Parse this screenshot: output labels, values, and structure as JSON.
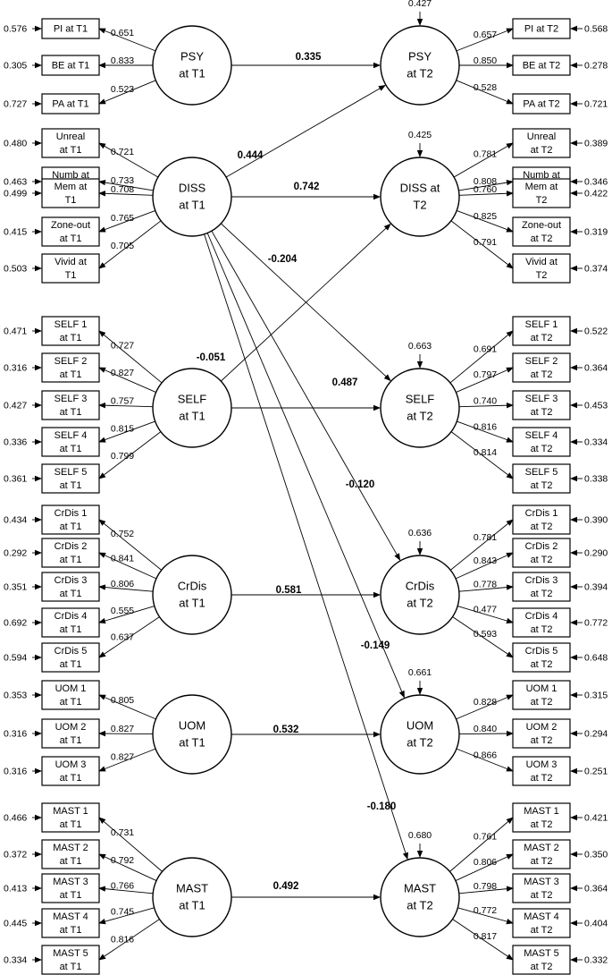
{
  "latents_t1": [
    {
      "id": "PSY1",
      "lines": [
        "PSY",
        "at T1"
      ]
    },
    {
      "id": "DISS1",
      "lines": [
        "DISS",
        "at T1"
      ]
    },
    {
      "id": "SELF1",
      "lines": [
        "SELF",
        "at T1"
      ]
    },
    {
      "id": "CRDIS1",
      "lines": [
        "CrDis",
        "at T1"
      ]
    },
    {
      "id": "UOM1",
      "lines": [
        "UOM",
        "at T1"
      ]
    },
    {
      "id": "MAST1",
      "lines": [
        "MAST",
        "at T1"
      ]
    }
  ],
  "latents_t2": [
    {
      "id": "PSY2",
      "lines": [
        "PSY",
        "at T2"
      ],
      "residual": "0.427"
    },
    {
      "id": "DISS2",
      "lines": [
        "DISS at",
        "T2"
      ],
      "residual": "0.425"
    },
    {
      "id": "SELF2",
      "lines": [
        "SELF",
        "at T2"
      ],
      "residual": "0.663"
    },
    {
      "id": "CRDIS2",
      "lines": [
        "CrDis",
        "at T2"
      ],
      "residual": "0.636"
    },
    {
      "id": "UOM2",
      "lines": [
        "UOM",
        "at T2"
      ],
      "residual": "0.661"
    },
    {
      "id": "MAST2",
      "lines": [
        "MAST",
        "at T2"
      ],
      "residual": "0.680"
    }
  ],
  "indicators_t1": [
    {
      "lines": [
        "PI at T1"
      ],
      "error": "0.576",
      "loading": "0.651"
    },
    {
      "lines": [
        "BE at T1"
      ],
      "error": "0.305",
      "loading": "0.833"
    },
    {
      "lines": [
        "PA at T1"
      ],
      "error": "0.727",
      "loading": "0.523"
    },
    {
      "lines": [
        "Unreal",
        "at T1"
      ],
      "error": "0.480",
      "loading": "0.721"
    },
    {
      "lines": [
        "Numb at",
        "T1"
      ],
      "error": "0.463",
      "loading": "0.733"
    },
    {
      "lines": [
        "Mem at",
        "T1"
      ],
      "error": "0.499",
      "loading": "0.708"
    },
    {
      "lines": [
        "Zone-out",
        "at T1"
      ],
      "error": "0.415",
      "loading": "0.765"
    },
    {
      "lines": [
        "Vivid at",
        "T1"
      ],
      "error": "0.503",
      "loading": "0.705"
    },
    {
      "lines": [
        "SELF 1",
        "at T1"
      ],
      "error": "0.471",
      "loading": "0.727"
    },
    {
      "lines": [
        "SELF 2",
        "at T1"
      ],
      "error": "0.316",
      "loading": "0.827"
    },
    {
      "lines": [
        "SELF 3",
        "at T1"
      ],
      "error": "0.427",
      "loading": "0.757"
    },
    {
      "lines": [
        "SELF 4",
        "at T1"
      ],
      "error": "0.336",
      "loading": "0.815"
    },
    {
      "lines": [
        "SELF 5",
        "at T1"
      ],
      "error": "0.361",
      "loading": "0.799"
    },
    {
      "lines": [
        "CrDis 1",
        "at T1"
      ],
      "error": "0.434",
      "loading": "0.752"
    },
    {
      "lines": [
        "CrDis 2",
        "at T1"
      ],
      "error": "0.292",
      "loading": "0.841"
    },
    {
      "lines": [
        "CrDis 3",
        "at T1"
      ],
      "error": "0.351",
      "loading": "0.806"
    },
    {
      "lines": [
        "CrDis 4",
        "at T1"
      ],
      "error": "0.692",
      "loading": "0.555"
    },
    {
      "lines": [
        "CrDis 5",
        "at T1"
      ],
      "error": "0.594",
      "loading": "0.637"
    },
    {
      "lines": [
        "UOM 1",
        "at T1"
      ],
      "error": "0.353",
      "loading": "0.805"
    },
    {
      "lines": [
        "UOM 2",
        "at T1"
      ],
      "error": "0.316",
      "loading": "0.827"
    },
    {
      "lines": [
        "UOM 3",
        "at T1"
      ],
      "error": "0.316",
      "loading": "0.827"
    },
    {
      "lines": [
        "MAST 1",
        "at T1"
      ],
      "error": "0.466",
      "loading": "0.731"
    },
    {
      "lines": [
        "MAST 2",
        "at T1"
      ],
      "error": "0.372",
      "loading": "0.792"
    },
    {
      "lines": [
        "MAST 3",
        "at T1"
      ],
      "error": "0.413",
      "loading": "0.766"
    },
    {
      "lines": [
        "MAST 4",
        "at T1"
      ],
      "error": "0.445",
      "loading": "0.745"
    },
    {
      "lines": [
        "MAST 5",
        "at T1"
      ],
      "error": "0.334",
      "loading": "0.816"
    }
  ],
  "indicators_t2": [
    {
      "lines": [
        "PI at T2"
      ],
      "error": "0.568",
      "loading": "0.657"
    },
    {
      "lines": [
        "BE at T2"
      ],
      "error": "0.278",
      "loading": "0.850"
    },
    {
      "lines": [
        "PA at T2"
      ],
      "error": "0.721",
      "loading": "0.528"
    },
    {
      "lines": [
        "Unreal",
        "at T2"
      ],
      "error": "0.389",
      "loading": "0.781"
    },
    {
      "lines": [
        "Numb at",
        "T2"
      ],
      "error": "0.346",
      "loading": "0.808"
    },
    {
      "lines": [
        "Mem at",
        "T2"
      ],
      "error": "0.422",
      "loading": "0.760"
    },
    {
      "lines": [
        "Zone-out",
        "at T2"
      ],
      "error": "0.319",
      "loading": "0.825"
    },
    {
      "lines": [
        "Vivid at",
        "T2"
      ],
      "error": "0.374",
      "loading": "0.791"
    },
    {
      "lines": [
        "SELF 1",
        "at T2"
      ],
      "error": "0.522",
      "loading": "0.691"
    },
    {
      "lines": [
        "SELF 2",
        "at T2"
      ],
      "error": "0.364",
      "loading": "0.797"
    },
    {
      "lines": [
        "SELF 3",
        "at T2"
      ],
      "error": "0.453",
      "loading": "0.740"
    },
    {
      "lines": [
        "SELF 4",
        "at T2"
      ],
      "error": "0.334",
      "loading": "0.816"
    },
    {
      "lines": [
        "SELF 5",
        "at T2"
      ],
      "error": "0.338",
      "loading": "0.814"
    },
    {
      "lines": [
        "CrDis 1",
        "at T2"
      ],
      "error": "0.390",
      "loading": "0.781"
    },
    {
      "lines": [
        "CrDis 2",
        "at T2"
      ],
      "error": "0.290",
      "loading": "0.843"
    },
    {
      "lines": [
        "CrDis 3",
        "at T2"
      ],
      "error": "0.394",
      "loading": "0.778"
    },
    {
      "lines": [
        "CrDis 4",
        "at T2"
      ],
      "error": "0.772",
      "loading": "0.477"
    },
    {
      "lines": [
        "CrDis 5",
        "at T2"
      ],
      "error": "0.648",
      "loading": "0.593"
    },
    {
      "lines": [
        "UOM 1",
        "at T2"
      ],
      "error": "0.315",
      "loading": "0.828"
    },
    {
      "lines": [
        "UOM 2",
        "at T2"
      ],
      "error": "0.294",
      "loading": "0.840"
    },
    {
      "lines": [
        "UOM 3",
        "at T2"
      ],
      "error": "0.251",
      "loading": "0.866"
    },
    {
      "lines": [
        "MAST 1",
        "at T2"
      ],
      "error": "0.421",
      "loading": "0.761"
    },
    {
      "lines": [
        "MAST 2",
        "at T2"
      ],
      "error": "0.350",
      "loading": "0.806"
    },
    {
      "lines": [
        "MAST 3",
        "at T2"
      ],
      "error": "0.364",
      "loading": "0.798"
    },
    {
      "lines": [
        "MAST 4",
        "at T2"
      ],
      "error": "0.404",
      "loading": "0.772"
    },
    {
      "lines": [
        "MAST 5",
        "at T2"
      ],
      "error": "0.332",
      "loading": "0.817"
    }
  ],
  "paths": [
    {
      "from": "PSY1",
      "to": "PSY2",
      "coef": "0.335"
    },
    {
      "from": "DISS1",
      "to": "PSY2",
      "coef": "0.444"
    },
    {
      "from": "DISS1",
      "to": "DISS2",
      "coef": "0.742"
    },
    {
      "from": "DISS1",
      "to": "SELF2",
      "coef": "-0.204"
    },
    {
      "from": "SELF1",
      "to": "DISS2",
      "coef": "-0.051"
    },
    {
      "from": "SELF1",
      "to": "SELF2",
      "coef": "0.487"
    },
    {
      "from": "DISS1",
      "to": "CRDIS2",
      "coef": "-0.120"
    },
    {
      "from": "CRDIS1",
      "to": "CRDIS2",
      "coef": "0.581"
    },
    {
      "from": "DISS1",
      "to": "UOM2",
      "coef": "-0.149"
    },
    {
      "from": "UOM1",
      "to": "UOM2",
      "coef": "0.532"
    },
    {
      "from": "DISS1",
      "to": "MAST2",
      "coef": "-0.180"
    },
    {
      "from": "MAST1",
      "to": "MAST2",
      "coef": "0.492"
    }
  ]
}
